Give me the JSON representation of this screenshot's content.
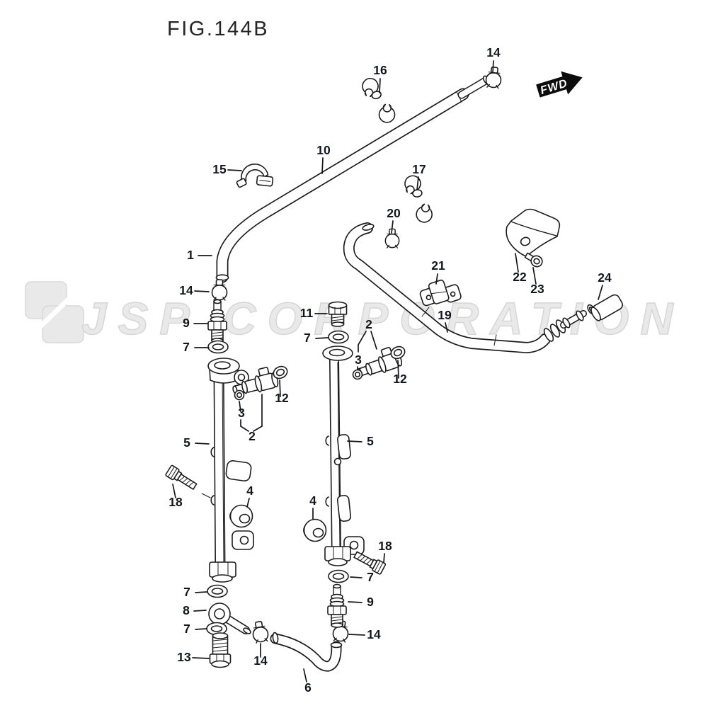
{
  "figure": {
    "title": "FIG.144B"
  },
  "watermark": {
    "text": "JSP CORPORATION"
  },
  "fwd_arrow": {
    "label": "FWD"
  },
  "colors": {
    "diagram_line": "#1c1c1c",
    "callout_text": "#14161e",
    "watermark_gray": "#e9e9e9",
    "arrow_black": "#0c0c0c",
    "background": "#ffffff"
  },
  "callouts": [
    {
      "label": "16"
    },
    {
      "label": "14"
    },
    {
      "label": "15"
    },
    {
      "label": "10"
    },
    {
      "label": "17"
    },
    {
      "label": "20"
    },
    {
      "label": "1"
    },
    {
      "label": "21"
    },
    {
      "label": "22"
    },
    {
      "label": "23"
    },
    {
      "label": "24"
    },
    {
      "label": "14"
    },
    {
      "label": "9"
    },
    {
      "label": "7"
    },
    {
      "label": "11"
    },
    {
      "label": "7"
    },
    {
      "label": "2"
    },
    {
      "label": "3"
    },
    {
      "label": "12"
    },
    {
      "label": "19"
    },
    {
      "label": "12"
    },
    {
      "label": "3"
    },
    {
      "label": "2"
    },
    {
      "label": "5"
    },
    {
      "label": "5"
    },
    {
      "label": "18"
    },
    {
      "label": "4"
    },
    {
      "label": "4"
    },
    {
      "label": "18"
    },
    {
      "label": "7"
    },
    {
      "label": "9"
    },
    {
      "label": "14"
    },
    {
      "label": "7"
    },
    {
      "label": "8"
    },
    {
      "label": "7"
    },
    {
      "label": "13"
    },
    {
      "label": "14"
    },
    {
      "label": "6"
    }
  ]
}
